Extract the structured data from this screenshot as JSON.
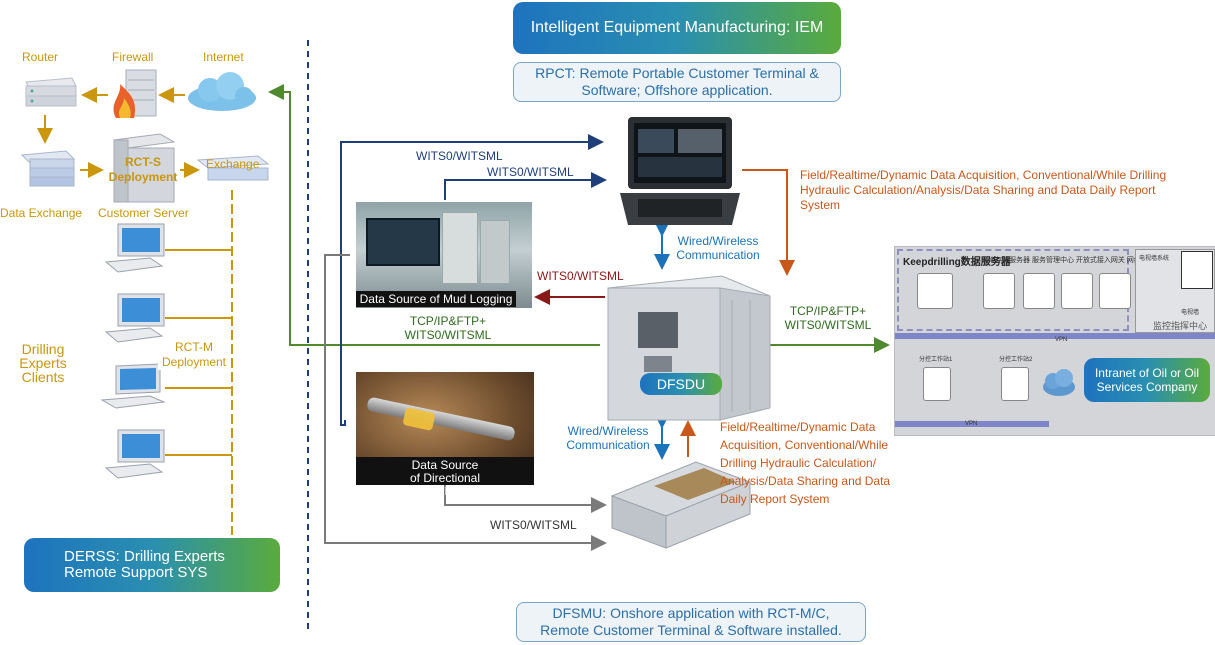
{
  "header": {
    "iem_title": "Intelligent Equipment Manufacturing: IEM",
    "rpct_note": "RPCT: Remote Portable Customer Terminal & Software; Offshore application."
  },
  "left_network": {
    "router": "Router",
    "firewall": "Firewall",
    "internet": "Internet",
    "data_exchange": "Data Exchange",
    "rct_s": "RCT-S Deployment",
    "exchange": "Exchange",
    "customer_server": "Customer Server",
    "drilling_clients": "Drilling Experts Clients",
    "rct_m": "RCT-M Deployment",
    "derss": "DERSS: Drilling Experts Remote Support SYS"
  },
  "links": {
    "wits1": "WITS0/WITSML",
    "wits2": "WITS0/WITSML",
    "wits_red": "WITS0/WITSML",
    "wits_bottom": "WITS0/WITSML",
    "tcp_left": "TCP/IP&FTP+ WITS0/WITSML",
    "tcp_right": "TCP/IP&FTP+ WITS0/WITSML",
    "wired_top": "Wired/Wireless Communication",
    "wired_bottom": "Wired/Wireless Communication"
  },
  "descriptions": {
    "top": "Field/Realtime/Dynamic Data  Acquisition, Conventional/While Drilling Hydraulic Calculation/Analysis/Data Sharing and Data Daily Report System",
    "bottom": "Field/Realtime/Dynamic Data Acquisition, Conventional/While Drilling Hydraulic Calculation/ Analysis/Data Sharing and Data Daily Report System"
  },
  "sources": {
    "mud_logging": "Data Source of Mud Logging",
    "directional": "Data Source of Directional Drilling"
  },
  "center": {
    "dfsdu": "DFSDU"
  },
  "right_panel": {
    "title": "Keepdrilling数据服务器",
    "tabs": "网络存储服务器  服务管理中心  开放式接入网关  网络服务主机",
    "tv_wall": "电视墙系统",
    "tv_label": "电视墙",
    "monitor_center": "监控指挥中心",
    "vpn_top": "VPN",
    "vpn_bottom": "VPN",
    "station1": "分控工作站1",
    "station2": "分控工作站2",
    "intranet": "Intranet of Oil or Oil Services Company"
  },
  "footer": {
    "dfsmu": "DFSMU: Onshore application with RCT-M/C, Remote Customer Terminal & Software installed."
  },
  "colors": {
    "gold": "#c9960c",
    "navy": "#1f3f7a",
    "orange": "#c8581a",
    "green": "#4f8a2e",
    "gray": "#7a7a7a",
    "red": "#8a1a1a"
  }
}
